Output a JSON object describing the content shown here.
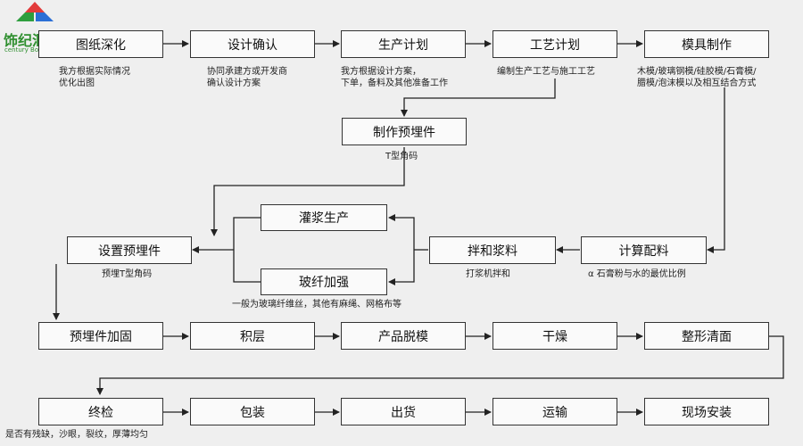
{
  "logo": {
    "text": "饰纪汇品",
    "subtext": "century Boutique"
  },
  "row1": [
    {
      "label": "图纸深化",
      "note": [
        "我方根据实际情况",
        "优化出图"
      ]
    },
    {
      "label": "设计确认",
      "note": [
        "协同承建方或开发商",
        "确认设计方案"
      ]
    },
    {
      "label": "生产计划",
      "note": [
        "我方根据设计方案，",
        "下单，备料及其他准备工作"
      ]
    },
    {
      "label": "工艺计划",
      "note": [
        "编制生产工艺与施工工艺"
      ]
    },
    {
      "label": "模具制作",
      "note": [
        "木模/玻璃钢模/硅胶模/石膏模/",
        "腊模/泡沫模以及相互结合方式"
      ]
    }
  ],
  "embed": {
    "label": "制作预埋件",
    "note": "T型角码"
  },
  "mid": {
    "grout": {
      "label": "灌浆生产"
    },
    "fiber": {
      "label": "玻纤加强",
      "note": "一般为玻璃纤维丝，其他有麻绳、网格布等"
    },
    "setup": {
      "label": "设置预埋件",
      "note": "预埋T型角码"
    },
    "mix": {
      "label": "拌和浆料",
      "note": "打浆机拌和"
    },
    "calc": {
      "label": "计算配料",
      "note": "α 石膏粉与水的最优比例"
    }
  },
  "row4": [
    {
      "label": "预埋件加固"
    },
    {
      "label": "积层"
    },
    {
      "label": "产品脱模"
    },
    {
      "label": "干燥"
    },
    {
      "label": "整形清面"
    }
  ],
  "row5": [
    {
      "label": "终检",
      "note": "是否有残缺，沙眼，裂纹，厚薄均匀"
    },
    {
      "label": "包装"
    },
    {
      "label": "出货"
    },
    {
      "label": "运输"
    },
    {
      "label": "现场安装"
    }
  ]
}
